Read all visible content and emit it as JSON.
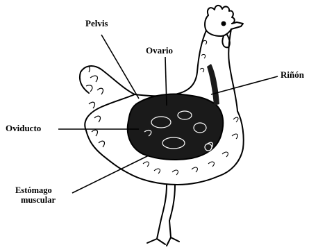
{
  "labels": {
    "pelvis": "Pelvis",
    "ovario": "Ovario",
    "rinon": "Riñón",
    "oviducto": "Oviducto",
    "estomago_line1": "Estómago",
    "estomago_line2": "muscular"
  },
  "colors": {
    "ink": "#000000",
    "paper": "#ffffff",
    "organ_fill": "#1a1a1a"
  }
}
